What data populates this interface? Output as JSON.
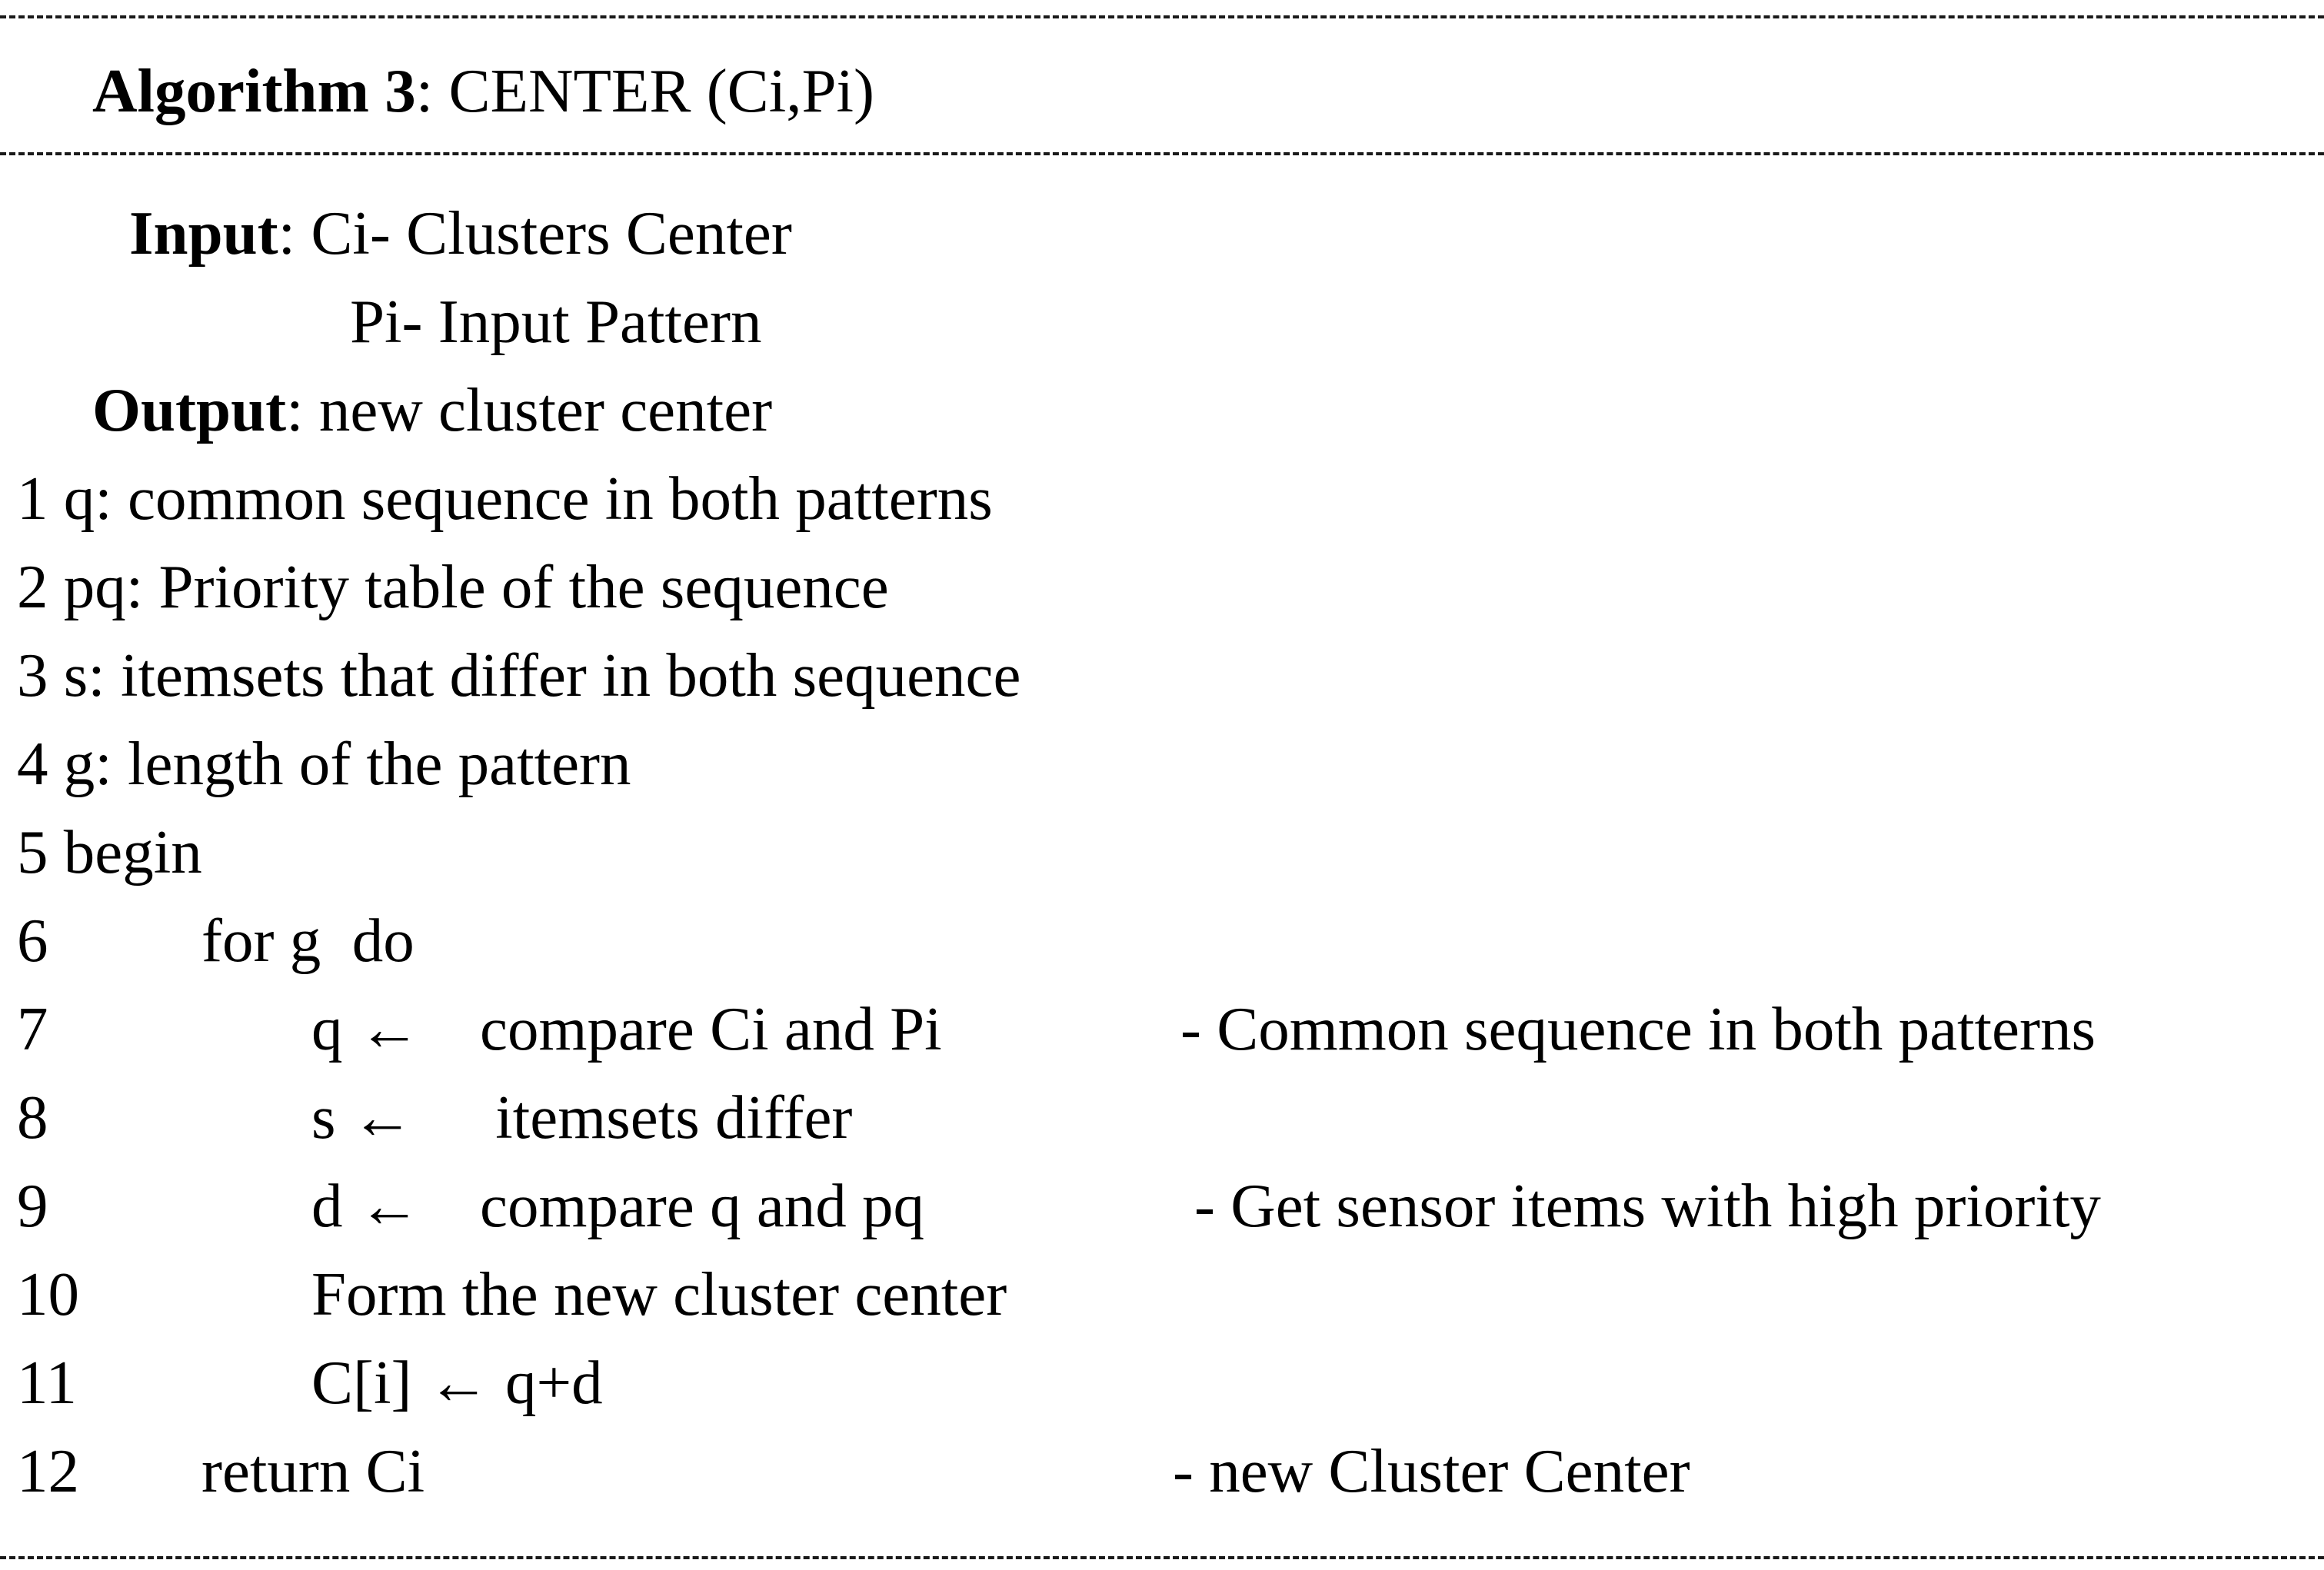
{
  "algorithm": {
    "title_bold": "Algorithm 3",
    "title_rest": ": CENTER (Ci,Pi)",
    "input_label": "Input",
    "input_line1": ": Ci- Clusters Center",
    "input_line2": "Pi- Input Pattern",
    "output_label": "Output",
    "output_text": ": new cluster center",
    "lines": [
      {
        "num": "1",
        "text": "q: common sequence in both patterns"
      },
      {
        "num": "2",
        "text": "pq: Priority table of the sequence"
      },
      {
        "num": "3",
        "text": "s: itemsets that differ in both sequence"
      },
      {
        "num": "4",
        "text": "g: length of the pattern"
      },
      {
        "num": "5",
        "text": "begin"
      },
      {
        "num": "6",
        "text": "for g  do"
      },
      {
        "num": "7",
        "var": "q ←",
        "expr": "compare Ci and Pi",
        "comment": "- Common sequence in both patterns"
      },
      {
        "num": "8",
        "var": "s ←",
        "expr": " itemsets differ"
      },
      {
        "num": "9",
        "var": "d ←",
        "expr": "compare q and pq",
        "comment": "- Get sensor items with high priority"
      },
      {
        "num": "10",
        "text": "Form the new cluster center"
      },
      {
        "num": "11",
        "text": "C[i] ← q+d"
      },
      {
        "num": "12",
        "text": "return Ci",
        "comment": "- new Cluster Center"
      }
    ]
  }
}
